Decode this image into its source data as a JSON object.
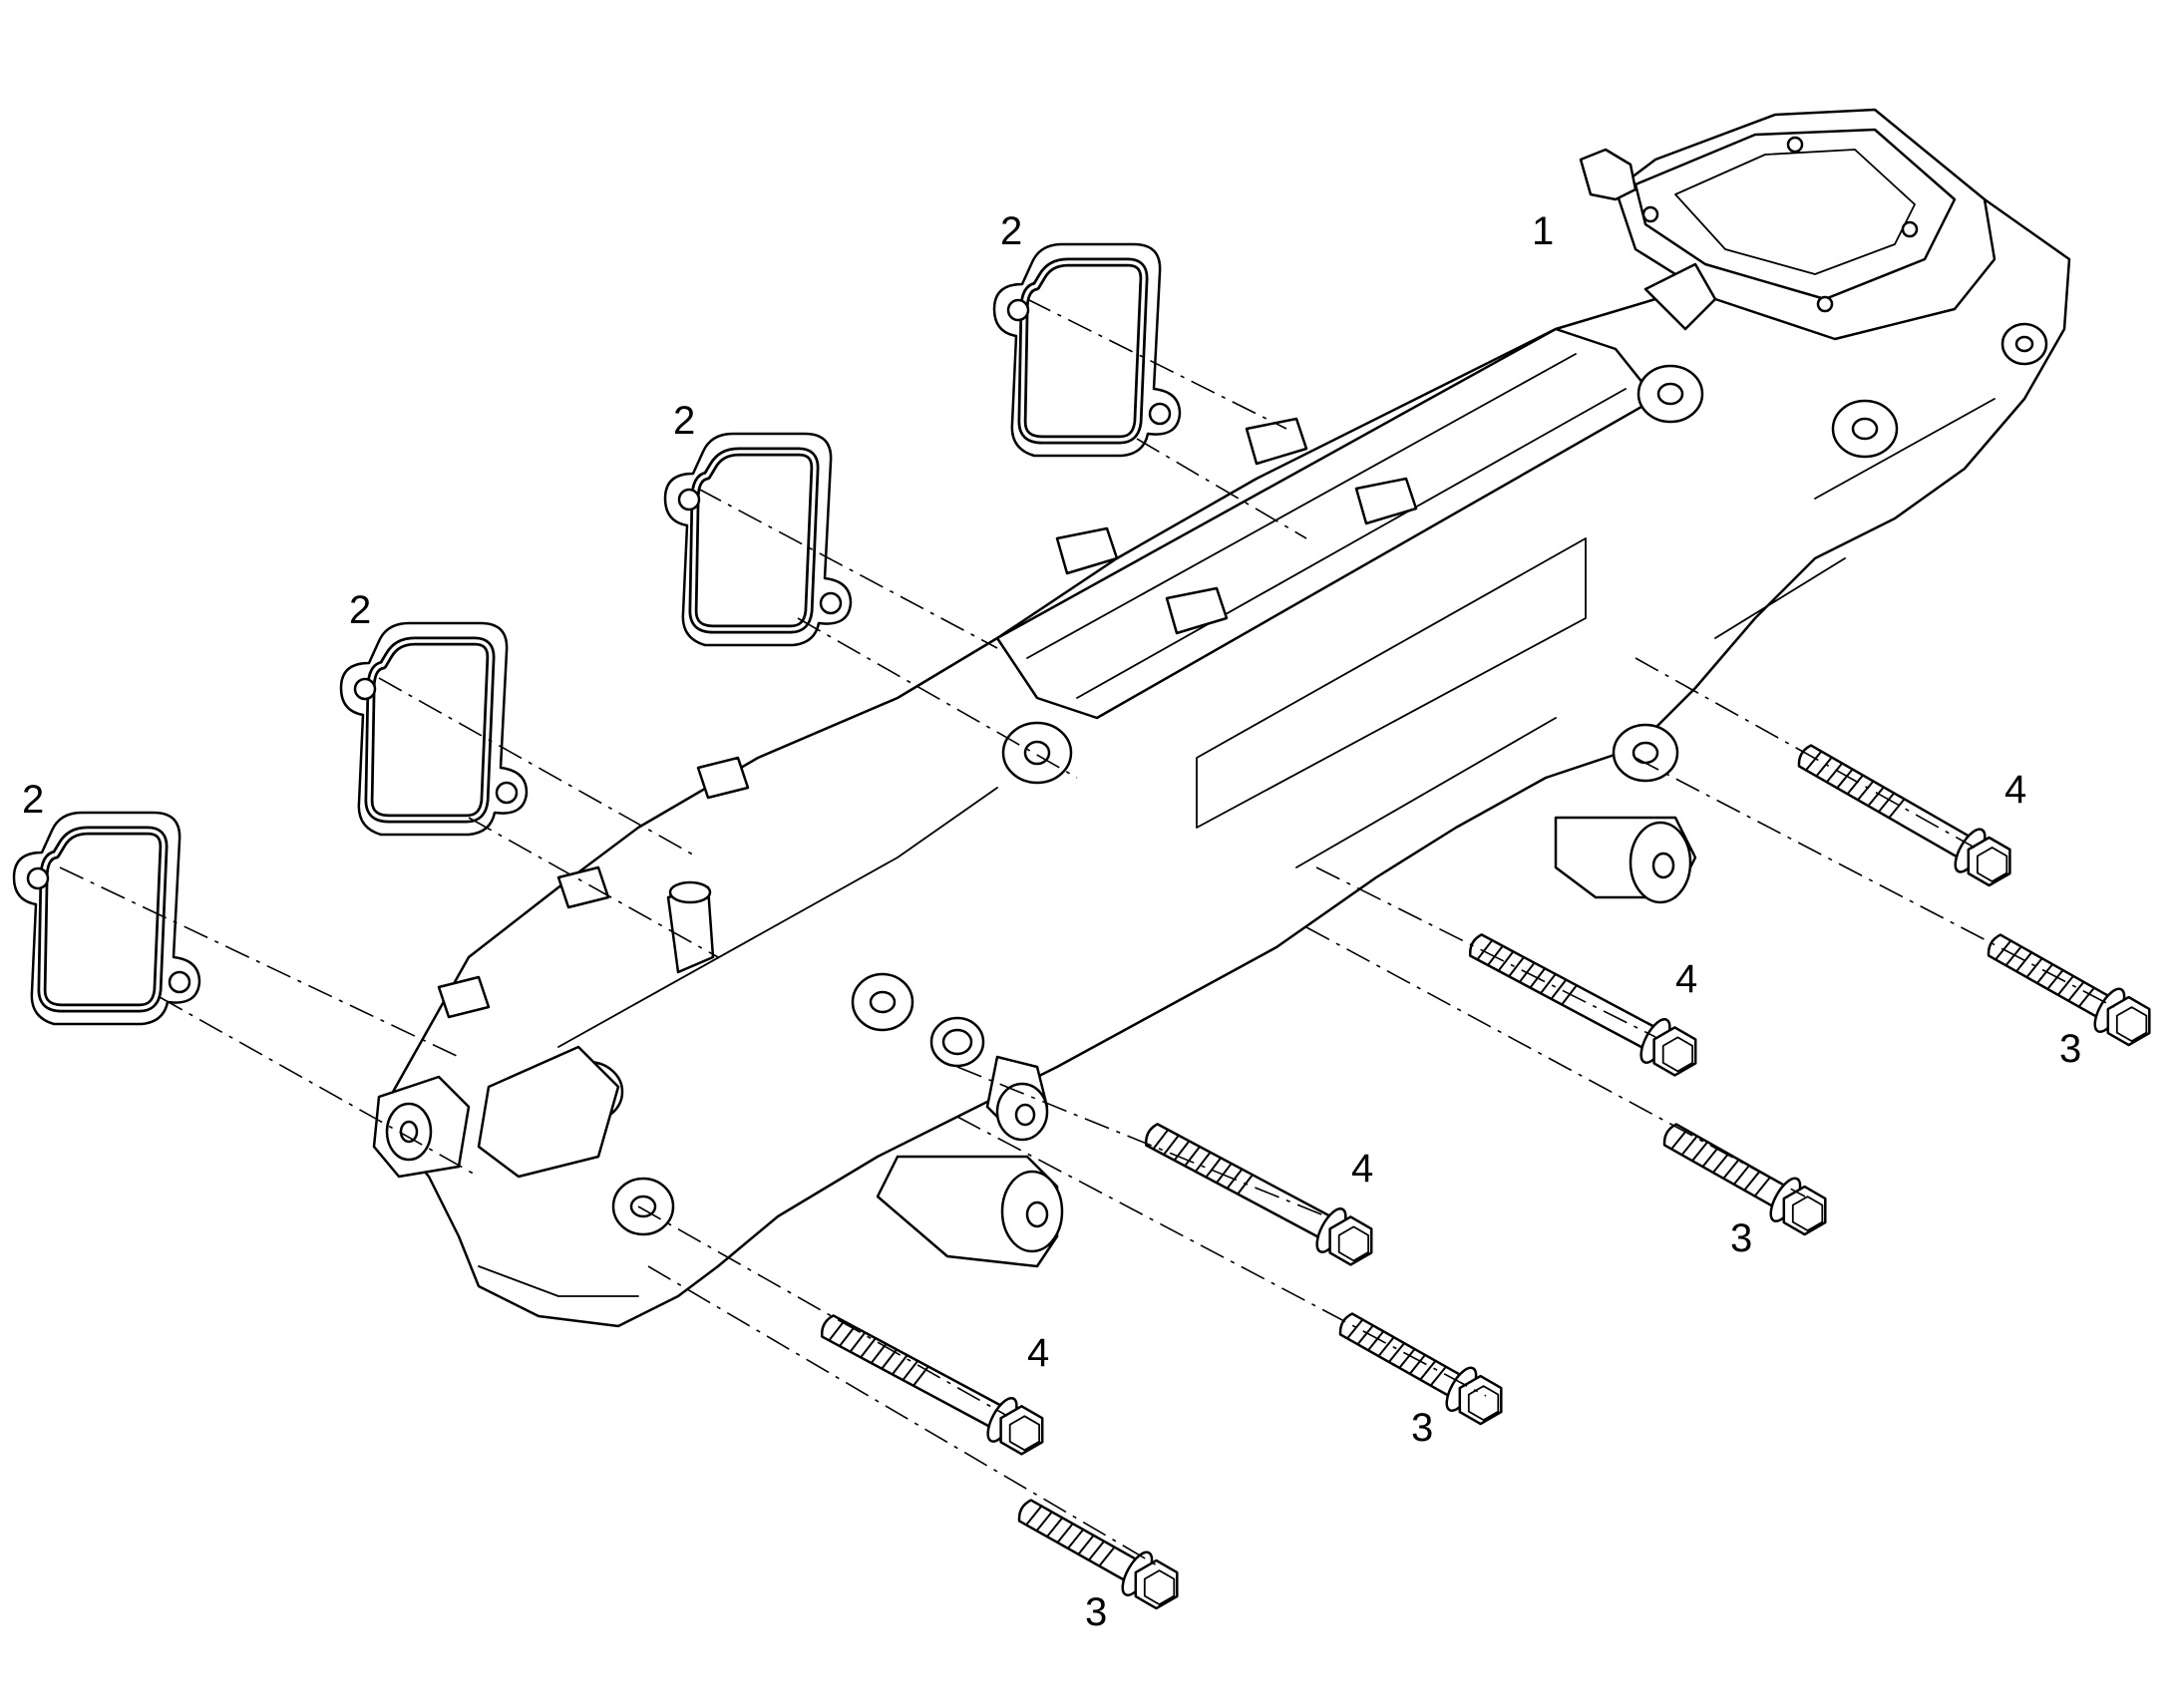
{
  "callouts": {
    "manifold": "1",
    "gasket": "2",
    "bolt_short": "3",
    "bolt_long": "4"
  },
  "colors": {
    "line": "#000000",
    "background": "#ffffff"
  },
  "icons": {
    "manifold": "intake-manifold",
    "gasket": "port-gasket",
    "bolt": "hex-flange-bolt"
  }
}
